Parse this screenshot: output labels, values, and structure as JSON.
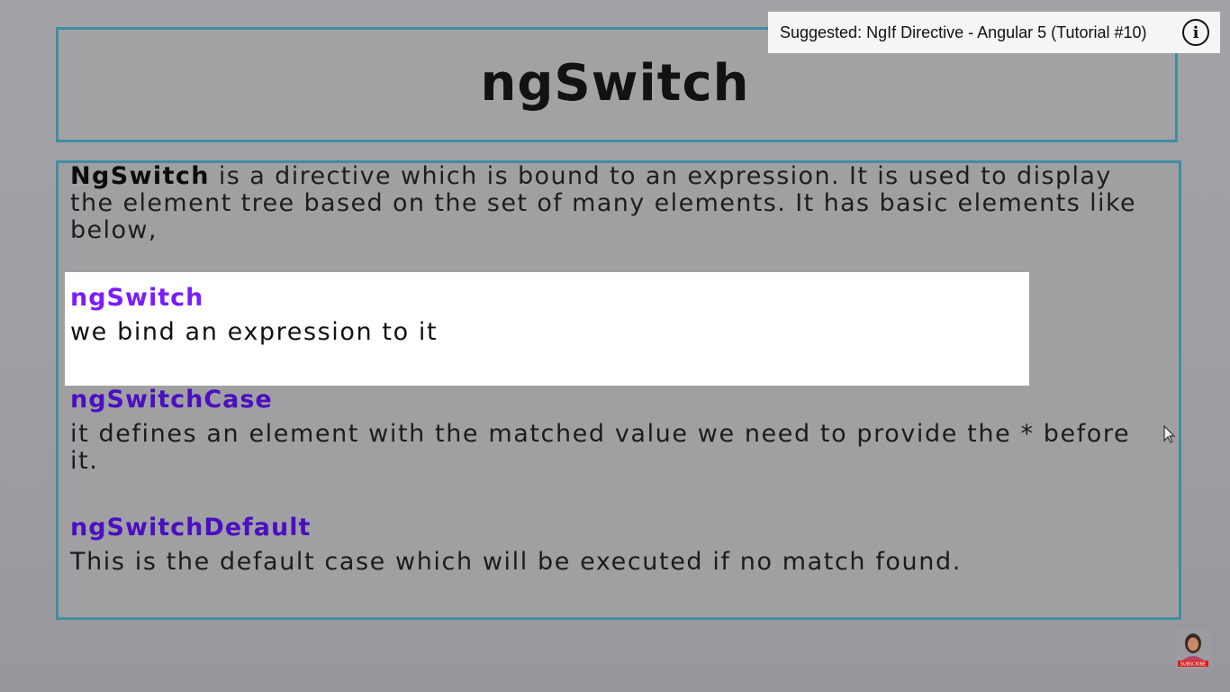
{
  "slide": {
    "title": "ngSwitch",
    "intro_bold": "NgSwitch",
    "intro_rest": " is a directive which is bound to an expression. It is used to display the element tree based on the set of many elements. It has basic elements like below,",
    "items": [
      {
        "term": "ngSwitch",
        "desc": "we bind an expression to it"
      },
      {
        "term": "ngSwitchCase",
        "desc": "it defines an element with the matched value we need to provide the * before it."
      },
      {
        "term": "ngSwitchDefault",
        "desc": "This is the default case which will be executed if no match found."
      }
    ]
  },
  "overlay": {
    "suggested_label": "Suggested: NgIf Directive - Angular 5 (Tutorial #10)",
    "info_icon": "info-icon",
    "subscribe_text": "SUBSCRIBE"
  },
  "colors": {
    "accent_term": "#7b1cff",
    "border": "#3f8ea3"
  }
}
